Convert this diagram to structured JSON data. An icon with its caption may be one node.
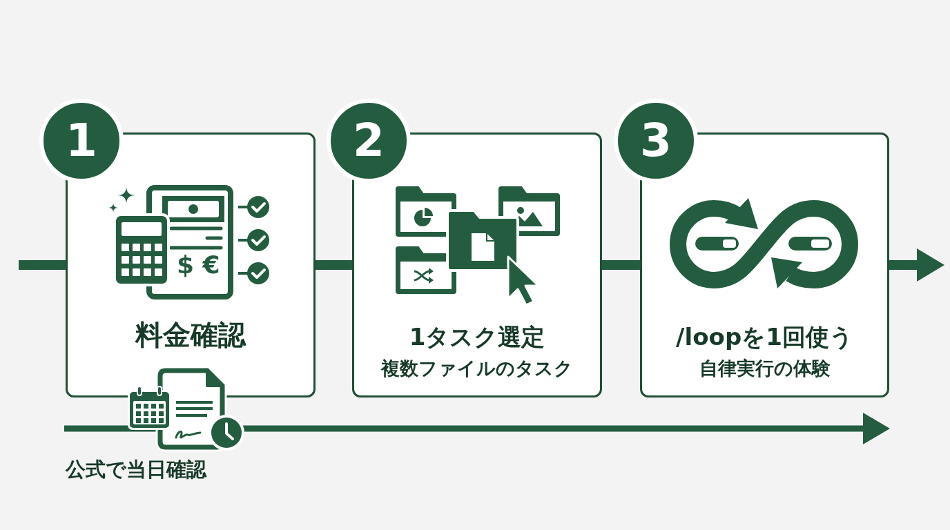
{
  "diagram": {
    "nodes": [
      {
        "text": [
          "1"
        ]
      },
      {
        "text": [
          "料金確認"
        ]
      },
      {
        "text": [
          "2"
        ]
      },
      {
        "text": [
          "1タスク選定",
          "複数ファイルのタスク"
        ]
      },
      {
        "text": [
          "3"
        ]
      },
      {
        "text": [
          "/loopを1回使う",
          "自律実行の体験"
        ]
      }
    ],
    "edges": [
      {
        "from": null,
        "to": 1,
        "arrow": "none"
      },
      {
        "from": 1,
        "to": 3,
        "arrow": "none"
      },
      {
        "from": 3,
        "to": 5,
        "arrow": "none"
      },
      {
        "from": 5,
        "to": null,
        "arrow": "to"
      }
    ],
    "labels": [
      "$ €",
      "公式で当日確認"
    ]
  }
}
